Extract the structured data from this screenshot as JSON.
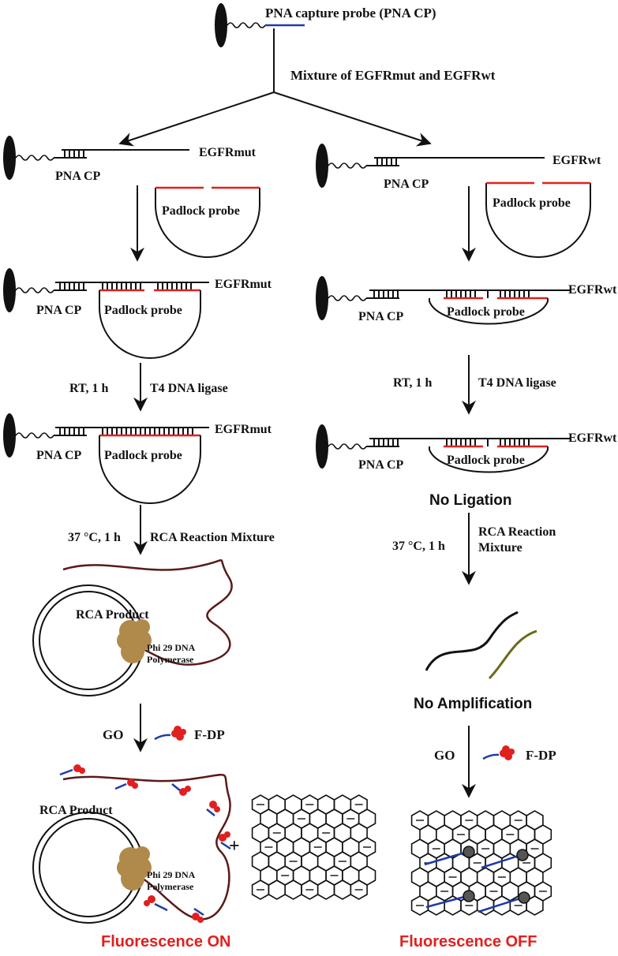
{
  "colors": {
    "ink": "#111111",
    "padlock_red": "#e0201f",
    "pna_blue": "#1f3aa8",
    "rca_brown": "#5a1a1a",
    "polymerase_tan": "#b08a4a",
    "olive_strand": "#6b6a18",
    "fluor_red": "#e0201f"
  },
  "top": {
    "probe_label": "PNA capture probe (PNA CP)",
    "mixture_label": "Mixture of EGFRmut and EGFRwt"
  },
  "left": {
    "target": "EGFRmut",
    "pna": "PNA CP",
    "padlock": "Padlock probe",
    "step1_cond": "RT, 1 h",
    "step1_reagent": "T4 DNA ligase",
    "step2_cond": "37 °C, 1 h",
    "step2_reagent": "RCA Reaction Mixture",
    "rca_product": "RCA Product",
    "polymerase_line1": "Phi 29 DNA",
    "polymerase_line2": "Polymerase",
    "go": "GO",
    "fdp": "F-DP",
    "plus": "+",
    "result": "Fluorescence ON"
  },
  "right": {
    "target": "EGFRwt",
    "pna": "PNA CP",
    "padlock": "Padlock probe",
    "step1_cond": "RT, 1 h",
    "step1_reagent": "T4 DNA ligase",
    "no_ligation": "No Ligation",
    "step2_cond": "37 °C, 1 h",
    "step2_reagent_line1": "RCA Reaction",
    "step2_reagent_line2": "Mixture",
    "no_amplification": "No Amplification",
    "go": "GO",
    "fdp": "F-DP",
    "result": "Fluorescence OFF"
  }
}
